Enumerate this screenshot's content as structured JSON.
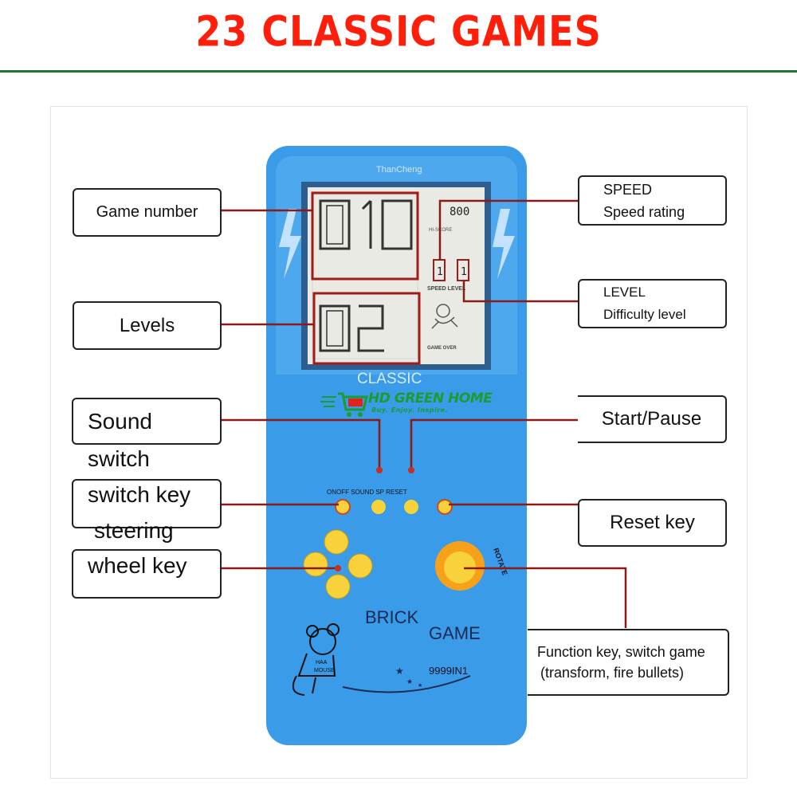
{
  "headline": "23 CLASSIC GAMES",
  "colors": {
    "headline": "#ff1e0a",
    "rule": "#1d7a2e",
    "device_body": "#3a9be8",
    "button": "#f7d23a",
    "leader_line": "#8b1a1a",
    "brand": "#1d9b2e"
  },
  "device": {
    "maker": "ThanCheng",
    "screen": {
      "score": "800",
      "score_label": "HI-SCORE",
      "speed_digit": "1",
      "level_digit": "1",
      "speed_level_label": "SPEED LEVEL",
      "game_over_label": "GAME OVER"
    },
    "model_label": "CLASSIC",
    "button_labels": "ONOFF SOUND SP RESET",
    "rotate_label": "ROTATE",
    "brick_label": "BRICK",
    "game_label": "GAME",
    "count_label": "9999IN1",
    "mascot_label_line1": "HAA",
    "mascot_label_line2": "MOUSE"
  },
  "brand": {
    "name": "HD GREEN HOME",
    "tagline": "Buy. Enjoy. Inspire."
  },
  "callouts": {
    "game_number": "Game number",
    "levels": "Levels",
    "sound_line1": "Sound",
    "sound_line2": "switch",
    "switch_key": "switch key",
    "steering": "steering",
    "wheel_key": "wheel key",
    "speed_line1": "SPEED",
    "speed_line2": "Speed rating",
    "level_line1": "LEVEL",
    "level_line2": "Difficulty level",
    "start_pause": "Start/Pause",
    "reset_key": "Reset key",
    "function_line1": "Function key, switch game",
    "function_line2": "(transform, fire bullets)"
  }
}
